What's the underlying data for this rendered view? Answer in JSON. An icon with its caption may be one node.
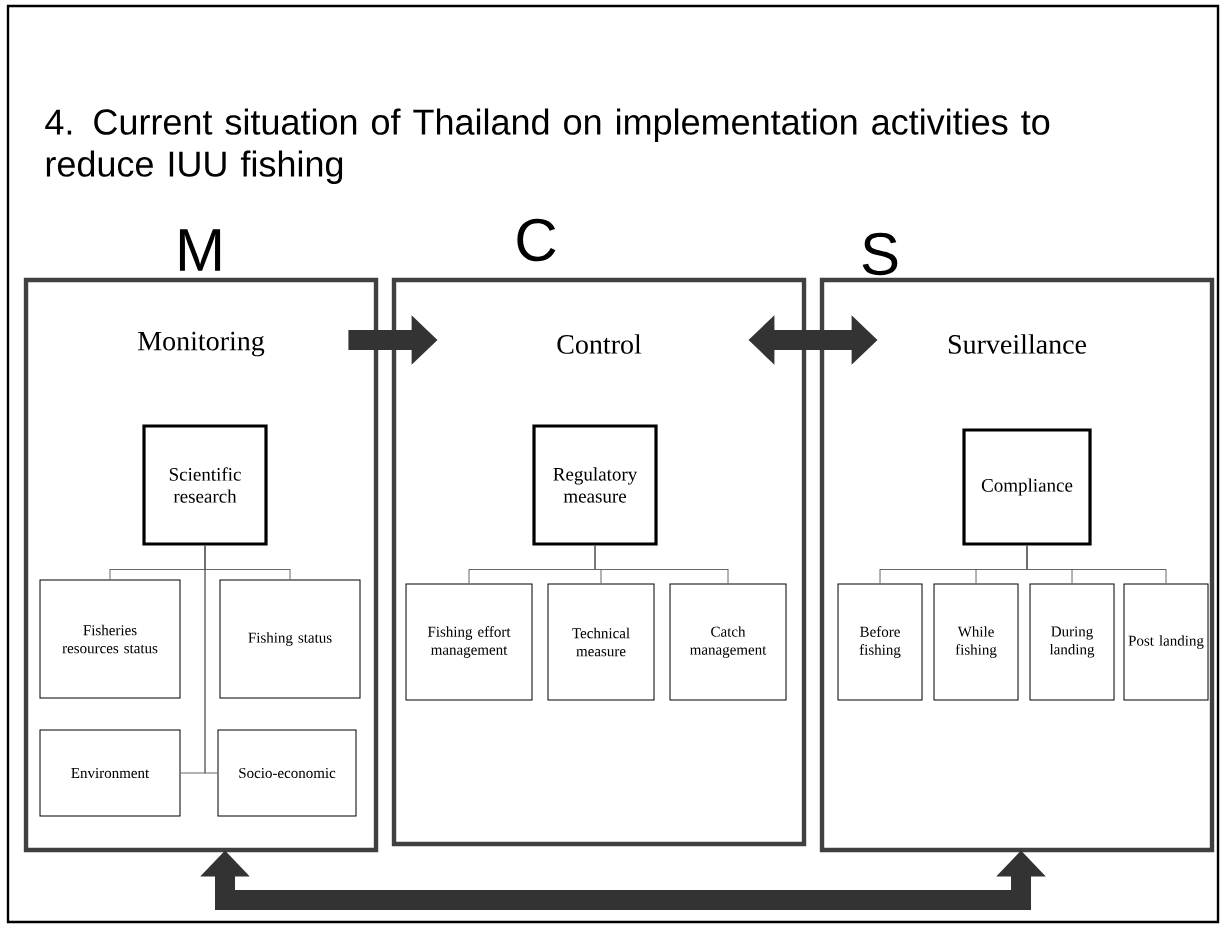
{
  "diagram": {
    "title": "4. Current situation of Thailand on implementation activities to reduce IUU fishing",
    "nodes": [
      {
        "text": [
          "Monitoring"
        ],
        "beside": [
          "M"
        ]
      },
      {
        "text": [
          "Scientific research"
        ],
        "in": 0
      },
      {
        "text": [
          "Fisheries resources status"
        ],
        "in": 0
      },
      {
        "text": [
          "Fishing status"
        ],
        "in": 0
      },
      {
        "text": [
          "Environment"
        ],
        "in": 0
      },
      {
        "text": [
          "Socio-economic"
        ],
        "in": 0
      },
      {
        "text": [
          "Control"
        ],
        "beside": [
          "C"
        ]
      },
      {
        "text": [
          "Regulatory measure"
        ],
        "in": 6
      },
      {
        "text": [
          "Fishing effort management"
        ],
        "in": 6
      },
      {
        "text": [
          "Technical measure"
        ],
        "in": 6
      },
      {
        "text": [
          "Catch management"
        ],
        "in": 6
      },
      {
        "text": [
          "Surveillance"
        ],
        "beside": [
          "S"
        ]
      },
      {
        "text": [
          "Compliance"
        ],
        "in": 11
      },
      {
        "text": [
          "Before fishing"
        ],
        "in": 11
      },
      {
        "text": [
          "While fishing"
        ],
        "in": 11
      },
      {
        "text": [
          "During landing"
        ],
        "in": 11
      },
      {
        "text": [
          "Post landing"
        ],
        "in": 11
      }
    ],
    "edges": [
      {
        "from": 0,
        "to": 6,
        "arrow": "to",
        "style": "thick"
      },
      {
        "from": 6,
        "to": 11,
        "arrow": "both",
        "style": "thick"
      },
      {
        "from": 0,
        "to": 11,
        "arrow": "both",
        "style": "thick"
      },
      {
        "from": 1,
        "to": 2,
        "arrow": "none"
      },
      {
        "from": 1,
        "to": 3,
        "arrow": "none"
      },
      {
        "from": 1,
        "to": 4,
        "arrow": "none"
      },
      {
        "from": 1,
        "to": 5,
        "arrow": "none"
      },
      {
        "from": 7,
        "to": 8,
        "arrow": "none"
      },
      {
        "from": 7,
        "to": 9,
        "arrow": "none"
      },
      {
        "from": 7,
        "to": 10,
        "arrow": "none"
      },
      {
        "from": 12,
        "to": 13,
        "arrow": "none"
      },
      {
        "from": 12,
        "to": 14,
        "arrow": "none"
      },
      {
        "from": 12,
        "to": 15,
        "arrow": "none"
      },
      {
        "from": 12,
        "to": 16,
        "arrow": "none"
      }
    ]
  }
}
